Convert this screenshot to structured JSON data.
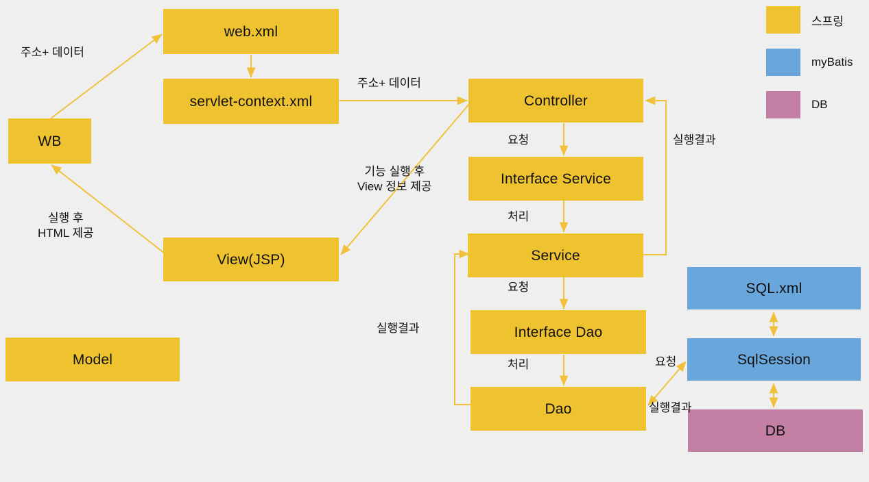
{
  "diagram": {
    "title": "Spring MVC + myBatis architecture flow",
    "colors": {
      "background": "#efefef",
      "spring": "#efc230",
      "mybatis": "#68a6dc",
      "db": "#c27fa3",
      "arrow": "#f0c23c",
      "text": "#111111"
    },
    "nodes": [
      {
        "id": "wb",
        "label": "WB",
        "group": "spring"
      },
      {
        "id": "web_xml",
        "label": "web.xml",
        "group": "spring"
      },
      {
        "id": "servlet_context",
        "label": "servlet-context.xml",
        "group": "spring"
      },
      {
        "id": "view_jsp",
        "label": "View(JSP)",
        "group": "spring"
      },
      {
        "id": "model",
        "label": "Model",
        "group": "spring"
      },
      {
        "id": "controller",
        "label": "Controller",
        "group": "spring"
      },
      {
        "id": "interface_service",
        "label": "Interface Service",
        "group": "spring"
      },
      {
        "id": "service",
        "label": "Service",
        "group": "spring"
      },
      {
        "id": "interface_dao",
        "label": "Interface Dao",
        "group": "spring"
      },
      {
        "id": "dao",
        "label": "Dao",
        "group": "spring"
      },
      {
        "id": "sql_xml",
        "label": "SQL.xml",
        "group": "mybatis"
      },
      {
        "id": "sql_session",
        "label": "SqlSession",
        "group": "mybatis"
      },
      {
        "id": "db",
        "label": "DB",
        "group": "db"
      }
    ],
    "edge_labels": {
      "wb_to_webxml": "주소+ 데이터",
      "servlet_to_controller": "주소+ 데이터",
      "view_to_wb": "실행 후\nHTML 제공",
      "controller_to_view": "기능 실행 후\nView 정보 제공",
      "controller_to_iservice": "요청",
      "iservice_to_service": "처리",
      "service_to_controller": "실행결과",
      "service_to_idao": "요청",
      "idao_to_dao": "처리",
      "dao_to_service": "실행결과",
      "dao_to_sqlsession": "요청",
      "sqlsession_to_dao": "실행결과"
    },
    "legend": [
      {
        "group": "spring",
        "label": "스프링"
      },
      {
        "group": "mybatis",
        "label": "myBatis"
      },
      {
        "group": "db",
        "label": "DB"
      }
    ]
  }
}
